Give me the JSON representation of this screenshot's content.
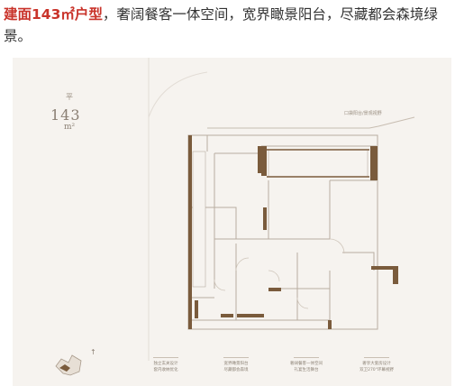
{
  "headline": {
    "highlight": "建面143㎡户型",
    "rest": "，奢阔餐客一体空间，宽界瞰景阳台，尽藏都会森境绿景。"
  },
  "plan_card": {
    "unit_label_top": "平",
    "area_value": "143",
    "area_unit": "m²",
    "balcony_note": "口袋阳台/景观视野",
    "features": [
      "独立玄关设计\n套内收纳优化",
      "宽界瞰景阳台\n尽藏都会森境",
      "奢阔餐客一体空间\n礼宴生活舞台",
      "奢享大套房设计\n双卫270°环幕视野"
    ]
  },
  "colors": {
    "accent": "#c9332a",
    "wall": "#7a5b3c",
    "line": "#b8aca0"
  }
}
